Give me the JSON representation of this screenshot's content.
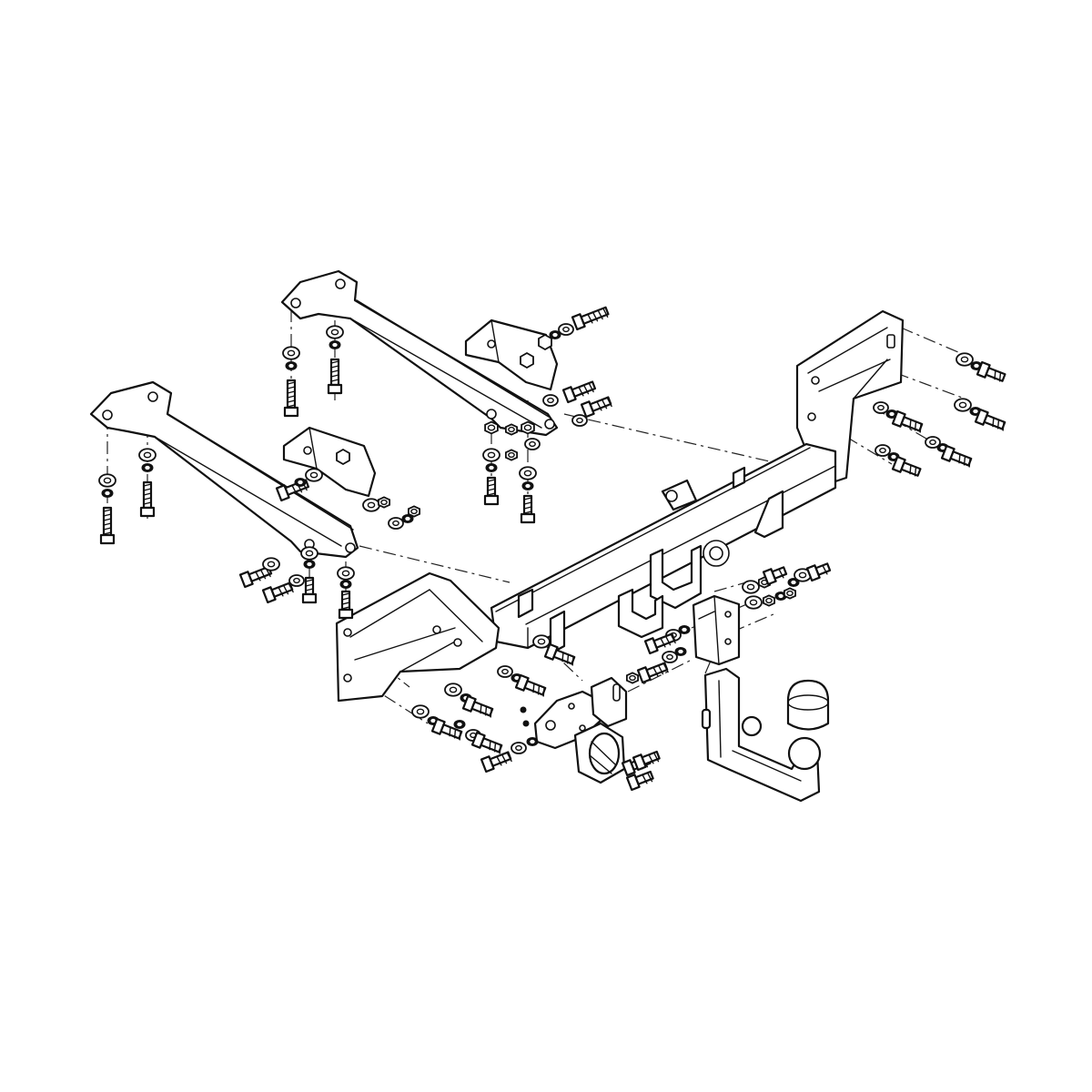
{
  "figure": {
    "kind": "exploded-view-assembly",
    "labels": []
  },
  "components": [
    {
      "name": "rear-left-mounting-arm"
    },
    {
      "name": "front-left-mounting-arm"
    },
    {
      "name": "rear-left-bracket"
    },
    {
      "name": "front-left-bracket"
    },
    {
      "name": "main-crossbar"
    },
    {
      "name": "right-side-plate"
    },
    {
      "name": "left-side-plate"
    },
    {
      "name": "tow-ball-neck"
    },
    {
      "name": "tow-ball-cap"
    },
    {
      "name": "electrical-socket"
    },
    {
      "name": "socket-bracket"
    },
    {
      "name": "receiver-clamp"
    }
  ],
  "style": {
    "line_color": "#111111",
    "background": "#ffffff"
  }
}
